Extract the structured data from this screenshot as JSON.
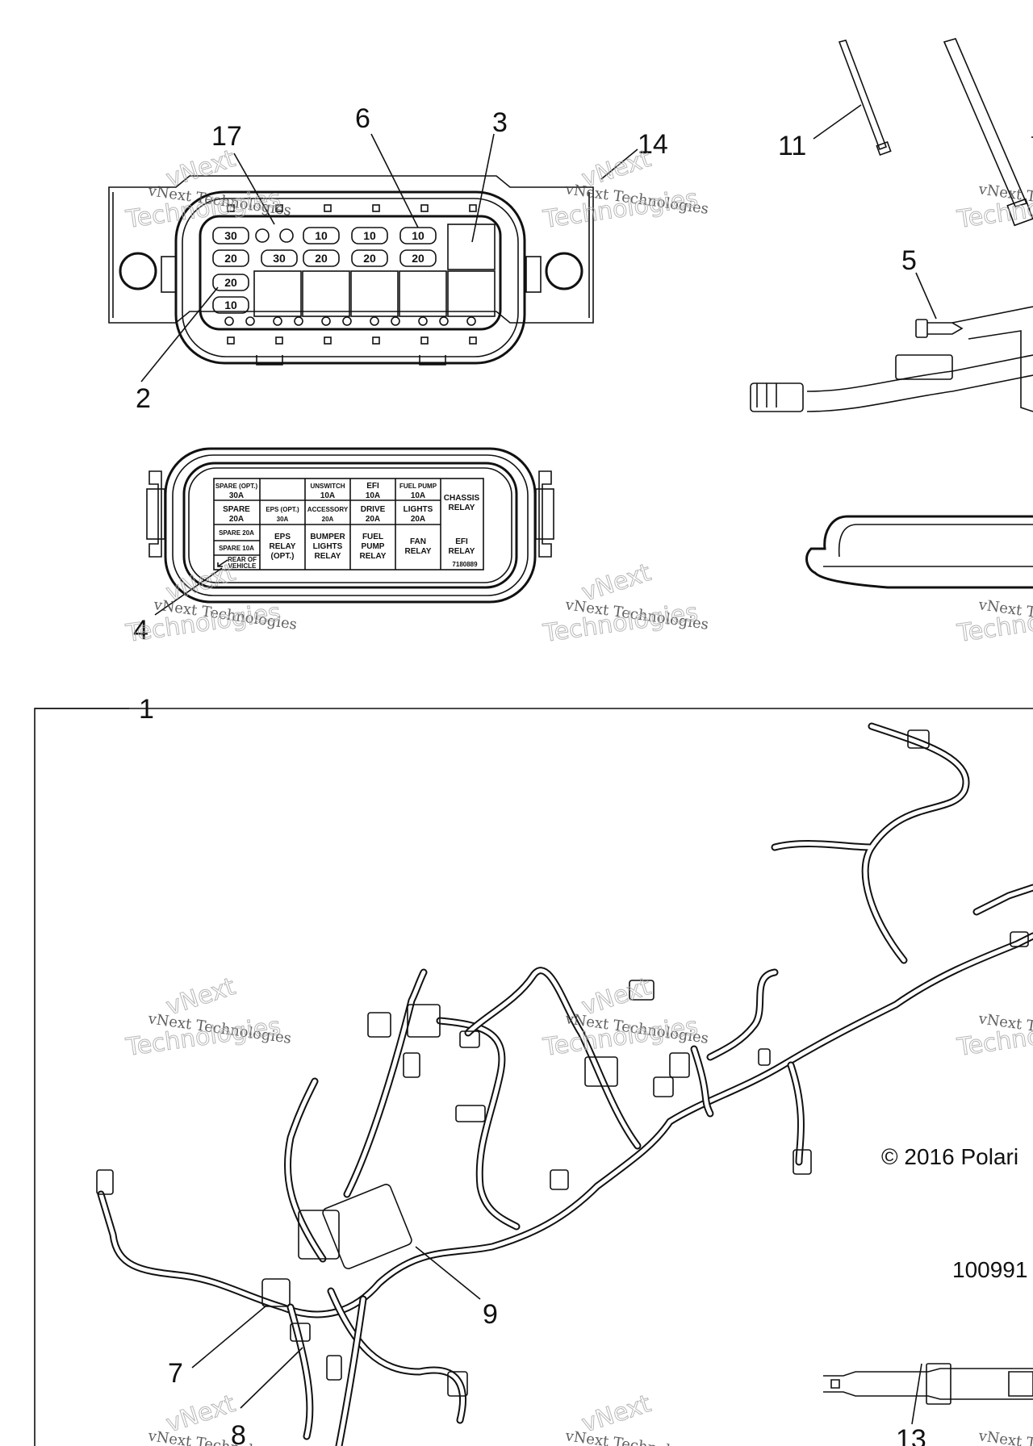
{
  "callouts": {
    "c1": "1",
    "c2": "2",
    "c3": "3",
    "c4": "4",
    "c5": "5",
    "c6": "6",
    "c7": "7",
    "c8": "8",
    "c9": "9",
    "c11": "11",
    "c13": "13",
    "c14": "14",
    "c17": "17"
  },
  "fuses": {
    "f1": "30",
    "f2": "10",
    "f3": "10",
    "f4": "10",
    "f5": "20",
    "f6": "30",
    "f7": "20",
    "f8": "20",
    "f9": "20",
    "f10": "20",
    "f11": "10"
  },
  "label": {
    "r1": [
      "SPARE (OPT.)",
      "30A",
      "",
      "UNSWITCH",
      "10A",
      "EFI",
      "10A",
      "FUEL PUMP",
      "10A"
    ],
    "chassis": [
      "CHASSIS",
      "RELAY"
    ],
    "r2": [
      "SPARE",
      "20A",
      "EPS (OPT.)",
      "30A",
      "ACCESSORY",
      "20A",
      "DRIVE",
      "20A",
      "LIGHTS",
      "20A"
    ],
    "spare20": "SPARE 20A",
    "spare10": "SPARE 10A",
    "rear": [
      "REAR OF",
      "VEHICLE"
    ],
    "eps": [
      "EPS",
      "RELAY",
      "(OPT.)"
    ],
    "bumper": [
      "BUMPER",
      "LIGHTS",
      "RELAY"
    ],
    "fuel": [
      "FUEL",
      "PUMP",
      "RELAY"
    ],
    "fan": [
      "FAN",
      "RELAY"
    ],
    "efi": [
      "EFI",
      "RELAY"
    ],
    "part": "7180889"
  },
  "copyright": "© 2016 Polari",
  "drawing_number": "100991",
  "watermark": {
    "line1": "vNext Technologies",
    "line2": "Technologies",
    "line3": "vNext"
  }
}
